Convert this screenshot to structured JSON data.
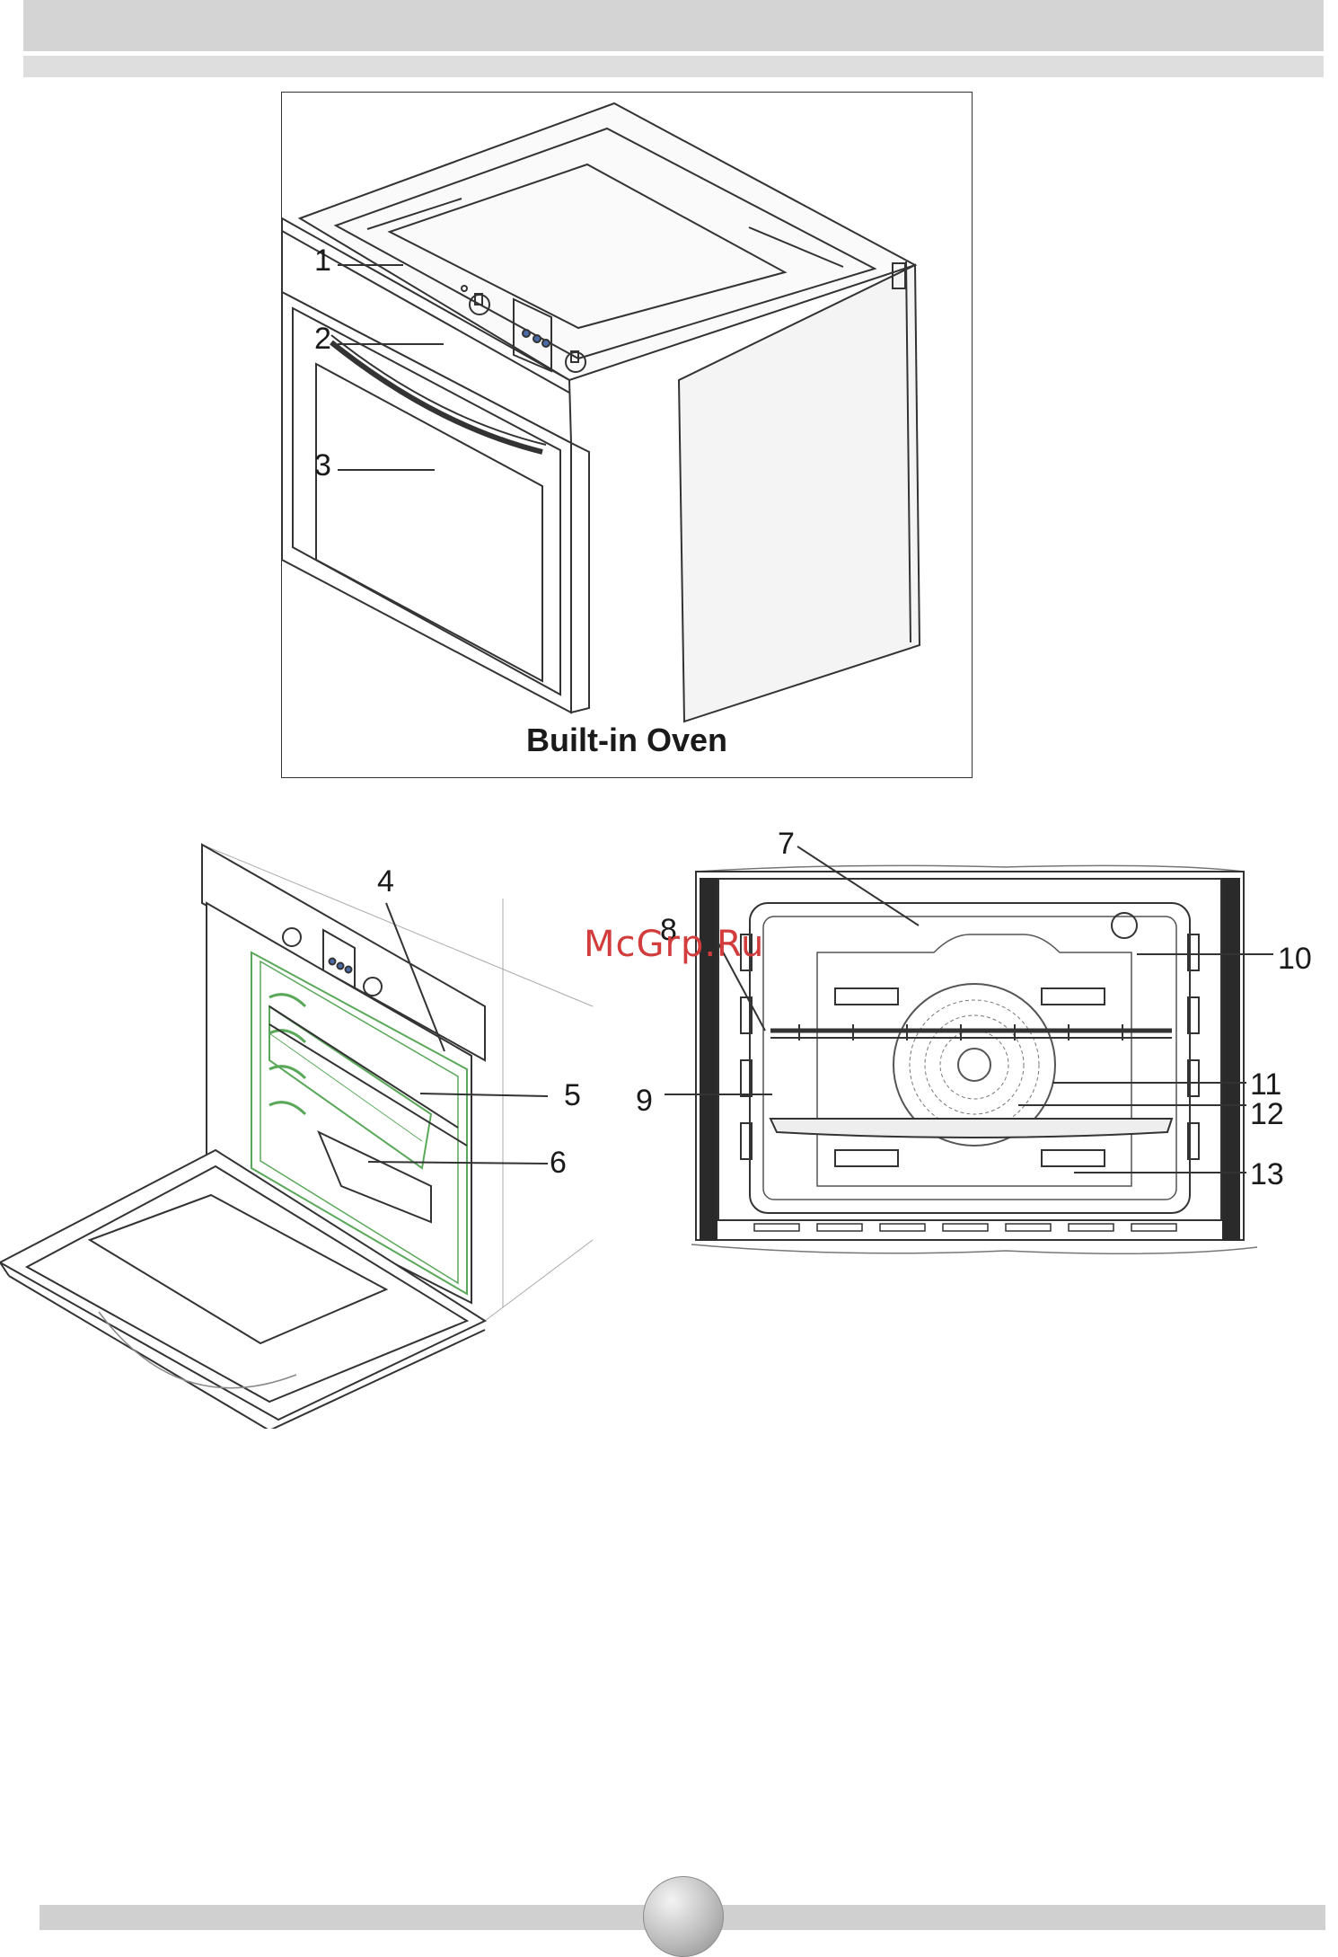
{
  "figure_main": {
    "caption": "Built-in Oven",
    "callouts": [
      "1",
      "2",
      "3"
    ]
  },
  "figure_open": {
    "callouts": [
      "4",
      "5",
      "6"
    ]
  },
  "figure_interior": {
    "callouts": [
      "7",
      "8",
      "9",
      "10",
      "11",
      "12",
      "13"
    ]
  },
  "watermark": "McGrp.Ru",
  "colors": {
    "band": "#d4d4d4",
    "line": "#333333",
    "rack_highlight": "#5aa85a",
    "watermark": "#d23c3c"
  }
}
